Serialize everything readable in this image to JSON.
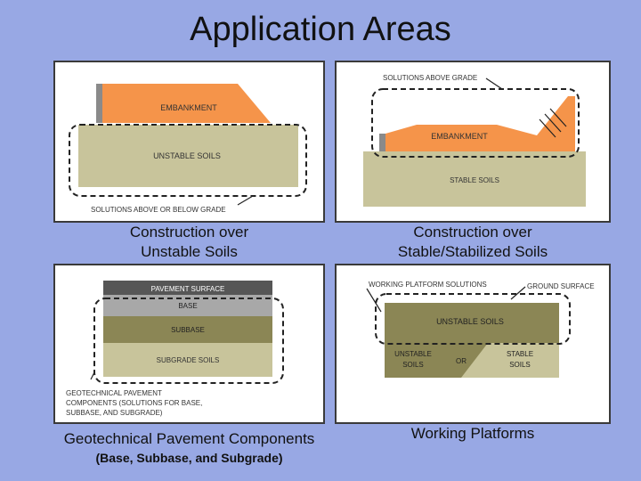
{
  "title": "Application Areas",
  "colors": {
    "background": "#98a8e4",
    "embankment": "#f5944a",
    "soil": "#c8c49b",
    "pavement_surface": "#565656",
    "base": "#a8a8a8",
    "subbase": "#8b8655",
    "subgrade": "#c8c49b",
    "dashed_outline": "#222222"
  },
  "panels": {
    "top_left": {
      "embankment": "EMBANKMENT",
      "unstable": "UNSTABLE SOILS",
      "note": "SOLUTIONS ABOVE OR BELOW GRADE",
      "caption_line1": "Construction over",
      "caption_line2": "Unstable Soils"
    },
    "top_right": {
      "note": "SOLUTIONS ABOVE GRADE",
      "embankment": "EMBANKMENT",
      "stable": "STABLE SOILS",
      "caption_line1": "Construction over",
      "caption_line2": "Stable/Stabilized Soils"
    },
    "bottom_left": {
      "surface": "PAVEMENT SURFACE",
      "base": "BASE",
      "subbase": "SUBBASE",
      "subgrade": "SUBGRADE SOILS",
      "note_line1": "GEOTECHNICAL PAVEMENT",
      "note_line2": "COMPONENTS (SOLUTIONS FOR BASE,",
      "note_line3": "SUBBASE, AND SUBGRADE)",
      "caption": "Geotechnical Pavement Components",
      "subcaption": "(Base, Subbase, and Subgrade)"
    },
    "bottom_right": {
      "working_platform": "WORKING PLATFORM SOLUTIONS",
      "ground_surface": "GROUND SURFACE",
      "unstable": "UNSTABLE SOILS",
      "unstable_small_1": "UNSTABLE",
      "unstable_small_2": "SOILS",
      "or": "OR",
      "stable_small_1": "STABLE",
      "stable_small_2": "SOILS",
      "caption": "Working Platforms"
    }
  }
}
